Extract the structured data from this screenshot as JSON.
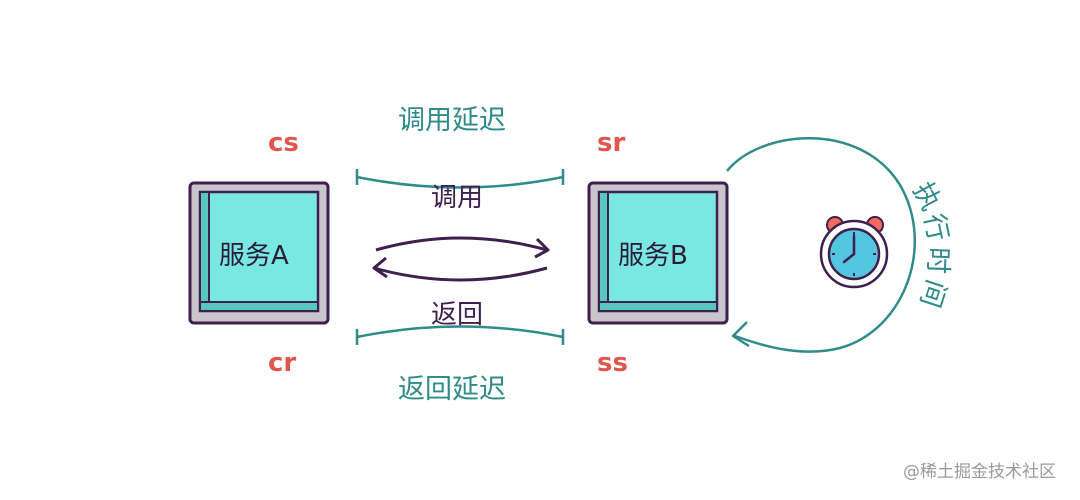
{
  "diagram": {
    "service_a": "服务A",
    "service_b": "服务B",
    "call": "调用",
    "return": "返回",
    "call_latency": "调用延迟",
    "return_latency": "返回延迟",
    "exec_time": "执行时间",
    "exec_time_chars": [
      "执",
      "行",
      "时",
      "间"
    ],
    "cs": "cs",
    "sr": "sr",
    "cr": "cr",
    "ss": "ss",
    "watermark": "@稀土掘金技术社区"
  },
  "colors": {
    "teal": "#2f8c8a",
    "box_fill": "#7ae8e2",
    "box_frame": "#c9c5cc",
    "outline": "#3e1f4e",
    "label_red": "#e0564e",
    "clock_face": "#52c7df",
    "clock_bells": "#f26b62"
  },
  "icons": [
    "clock-icon"
  ]
}
